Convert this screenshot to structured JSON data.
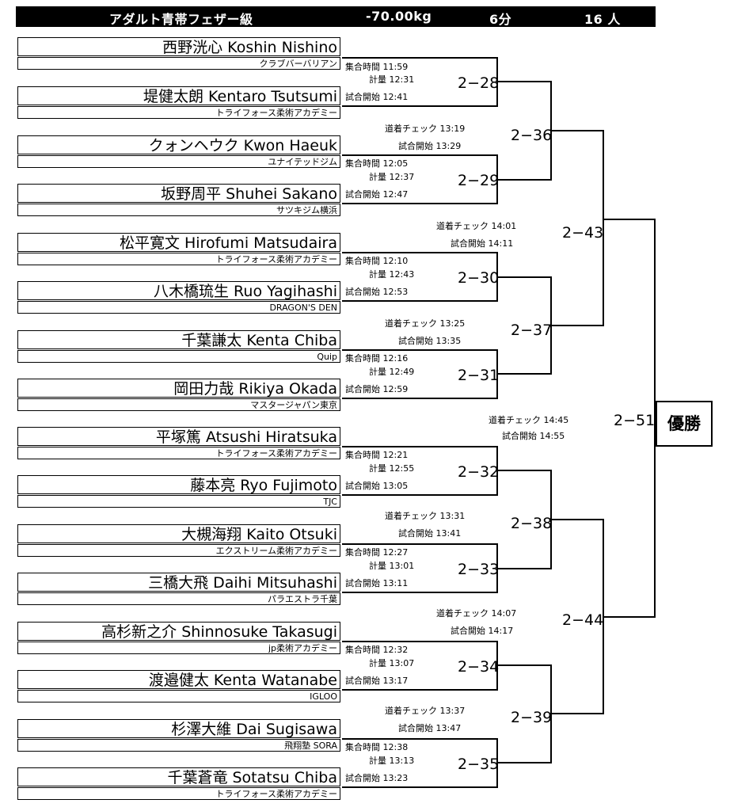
{
  "header": {
    "division": "アダルト青帯フェザー級",
    "weight": "-70.00kg",
    "duration": "6分",
    "count": "16 人"
  },
  "entrants": [
    {
      "name": "西野洸心 Koshin Nishino",
      "club": "クラブバーバリアン"
    },
    {
      "name": "堤健太朗 Kentaro Tsutsumi",
      "club": "トライフォース柔術アカデミー"
    },
    {
      "name": "クォンヘウク Kwon Haeuk",
      "club": "ユナイテッドジム"
    },
    {
      "name": "坂野周平 Shuhei Sakano",
      "club": "サツキジム横浜"
    },
    {
      "name": "松平寛文 Hirofumi Matsudaira",
      "club": "トライフォース柔術アカデミー"
    },
    {
      "name": "八木橋琉生 Ruo Yagihashi",
      "club": "DRAGON'S DEN"
    },
    {
      "name": "千葉謙太 Kenta Chiba",
      "club": "Quip"
    },
    {
      "name": "岡田力哉 Rikiya Okada",
      "club": "マスタージャパン東京"
    },
    {
      "name": "平塚篤 Atsushi Hiratsuka",
      "club": "トライフォース柔術アカデミー"
    },
    {
      "name": "藤本亮 Ryo Fujimoto",
      "club": "TJC"
    },
    {
      "name": "大槻海翔 Kaito Otsuki",
      "club": "エクストリーム柔術アカデミー"
    },
    {
      "name": "三橋大飛 Daihi Mitsuhashi",
      "club": "パラエストラ千葉"
    },
    {
      "name": "高杉新之介 Shinnosuke Takasugi",
      "club": "jp柔術アカデミー"
    },
    {
      "name": "渡邉健太 Kenta Watanabe",
      "club": "IGLOO"
    },
    {
      "name": "杉澤大維 Dai Sugisawa",
      "club": "飛翔塾 SORA"
    },
    {
      "name": "千葉蒼竜 Sotatsu Chiba",
      "club": "トライフォース柔術アカデミー"
    }
  ],
  "round1": [
    {
      "label": "2−28",
      "assemble": "集合時間 11:59",
      "weigh": "計量 12:31",
      "start": "試合開始 12:41"
    },
    {
      "label": "2−29",
      "assemble": "集合時間 12:05",
      "weigh": "計量 12:37",
      "start": "試合開始 12:47"
    },
    {
      "label": "2−30",
      "assemble": "集合時間 12:10",
      "weigh": "計量 12:43",
      "start": "試合開始 12:53"
    },
    {
      "label": "2−31",
      "assemble": "集合時間 12:16",
      "weigh": "計量 12:49",
      "start": "試合開始 12:59"
    },
    {
      "label": "2−32",
      "assemble": "集合時間 12:21",
      "weigh": "計量 12:55",
      "start": "試合開始 13:05"
    },
    {
      "label": "2−33",
      "assemble": "集合時間 12:27",
      "weigh": "計量 13:01",
      "start": "試合開始 13:11"
    },
    {
      "label": "2−34",
      "assemble": "集合時間 12:32",
      "weigh": "計量 13:07",
      "start": "試合開始 13:17"
    },
    {
      "label": "2−35",
      "assemble": "集合時間 12:38",
      "weigh": "計量 13:13",
      "start": "試合開始 13:23"
    }
  ],
  "round2": [
    {
      "label": "2−36",
      "check": "道着チェック 13:19",
      "start": "試合開始 13:29"
    },
    {
      "label": "2−37",
      "check": "道着チェック 13:25",
      "start": "試合開始 13:35"
    },
    {
      "label": "2−38",
      "check": "道着チェック 13:31",
      "start": "試合開始 13:41"
    },
    {
      "label": "2−39",
      "check": "道着チェック 13:37",
      "start": "試合開始 13:47"
    }
  ],
  "round3": [
    {
      "label": "2−43",
      "check": "道着チェック 14:01",
      "start": "試合開始 14:11"
    },
    {
      "label": "2−44",
      "check": "道着チェック 14:07",
      "start": "試合開始 14:17"
    }
  ],
  "final": {
    "label": "2−51",
    "check": "道着チェック 14:45",
    "start": "試合開始 14:55",
    "winner": "優勝"
  }
}
